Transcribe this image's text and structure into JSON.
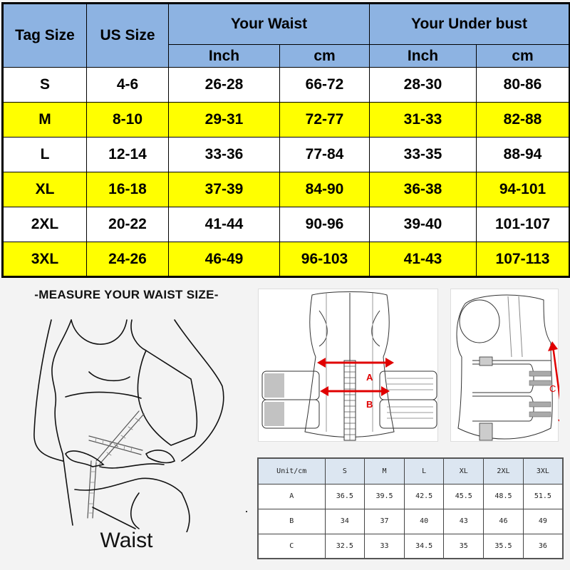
{
  "size_chart": {
    "headers": {
      "tag_size": "Tag Size",
      "us_size": "US Size",
      "your_waist": "Your Waist",
      "your_under_bust": "Your Under bust",
      "inch": "Inch",
      "cm": "cm"
    },
    "rows": [
      {
        "tag": "S",
        "us": "4-6",
        "waist_in": "26-28",
        "waist_cm": "66-72",
        "bust_in": "28-30",
        "bust_cm": "80-86"
      },
      {
        "tag": "M",
        "us": "8-10",
        "waist_in": "29-31",
        "waist_cm": "72-77",
        "bust_in": "31-33",
        "bust_cm": "82-88"
      },
      {
        "tag": "L",
        "us": "12-14",
        "waist_in": "33-36",
        "waist_cm": "77-84",
        "bust_in": "33-35",
        "bust_cm": "88-94"
      },
      {
        "tag": "XL",
        "us": "16-18",
        "waist_in": "37-39",
        "waist_cm": "84-90",
        "bust_in": "36-38",
        "bust_cm": "94-101"
      },
      {
        "tag": "2XL",
        "us": "20-22",
        "waist_in": "41-44",
        "waist_cm": "90-96",
        "bust_in": "39-40",
        "bust_cm": "101-107"
      },
      {
        "tag": "3XL",
        "us": "24-26",
        "waist_in": "46-49",
        "waist_cm": "96-103",
        "bust_in": "41-43",
        "bust_cm": "107-113"
      }
    ],
    "colors": {
      "header": "#8db3e2",
      "highlight": "#ffff00",
      "plain": "#ffffff"
    }
  },
  "measure_panel": {
    "title": "-MEASURE YOUR WAIST SIZE-",
    "caption": "Waist"
  },
  "vest_diagram": {
    "labels": {
      "a": "A",
      "b": "B",
      "c": "C"
    },
    "arrow_color": "#e00000"
  },
  "garment_table": {
    "unit_label": "Unit/cm",
    "sizes": [
      "S",
      "M",
      "L",
      "XL",
      "2XL",
      "3XL"
    ],
    "rows": [
      {
        "label": "A",
        "values": [
          "36.5",
          "39.5",
          "42.5",
          "45.5",
          "48.5",
          "51.5"
        ]
      },
      {
        "label": "B",
        "values": [
          "34",
          "37",
          "40",
          "43",
          "46",
          "49"
        ]
      },
      {
        "label": "C",
        "values": [
          "32.5",
          "33",
          "34.5",
          "35",
          "35.5",
          "36"
        ]
      }
    ]
  }
}
